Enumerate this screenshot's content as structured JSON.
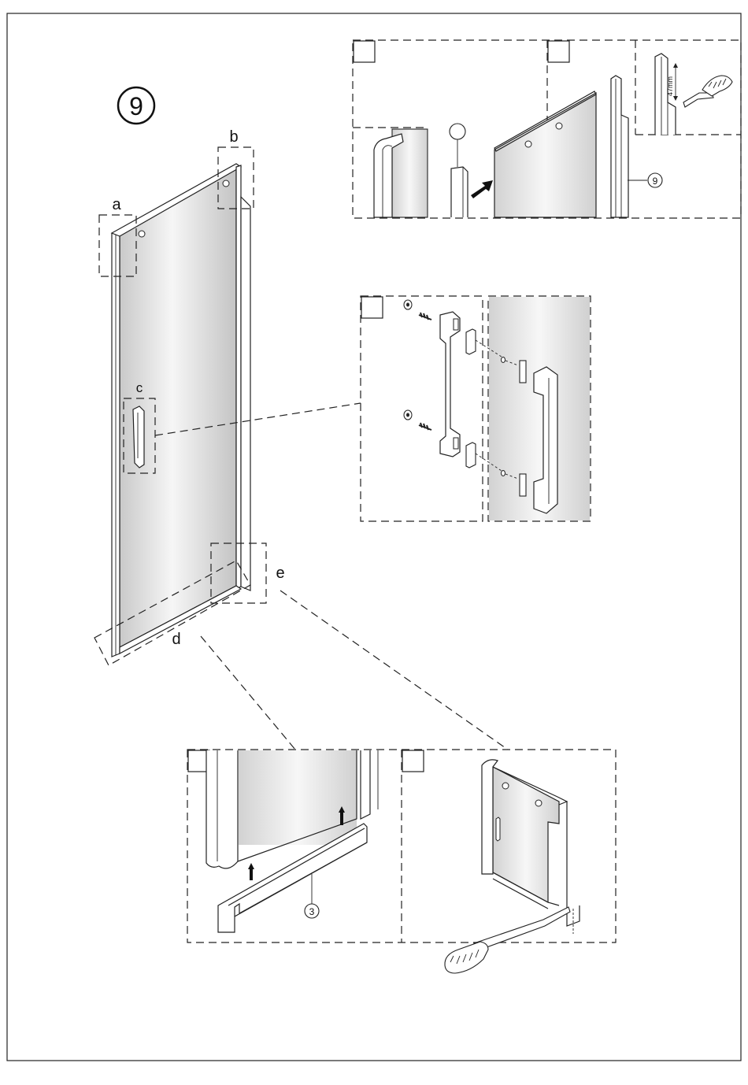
{
  "step": {
    "number": "9"
  },
  "callouts": {
    "a": "a",
    "b": "b",
    "c": "c",
    "d": "d",
    "e": "e"
  },
  "part_labels": {
    "top_part": "9",
    "bottom_part": "3"
  },
  "dimension": {
    "text": "47mm"
  },
  "colors": {
    "line": "#222222",
    "glass_light": "#f4f4f4",
    "glass_dark": "#cfcfcf",
    "background": "#ffffff"
  }
}
